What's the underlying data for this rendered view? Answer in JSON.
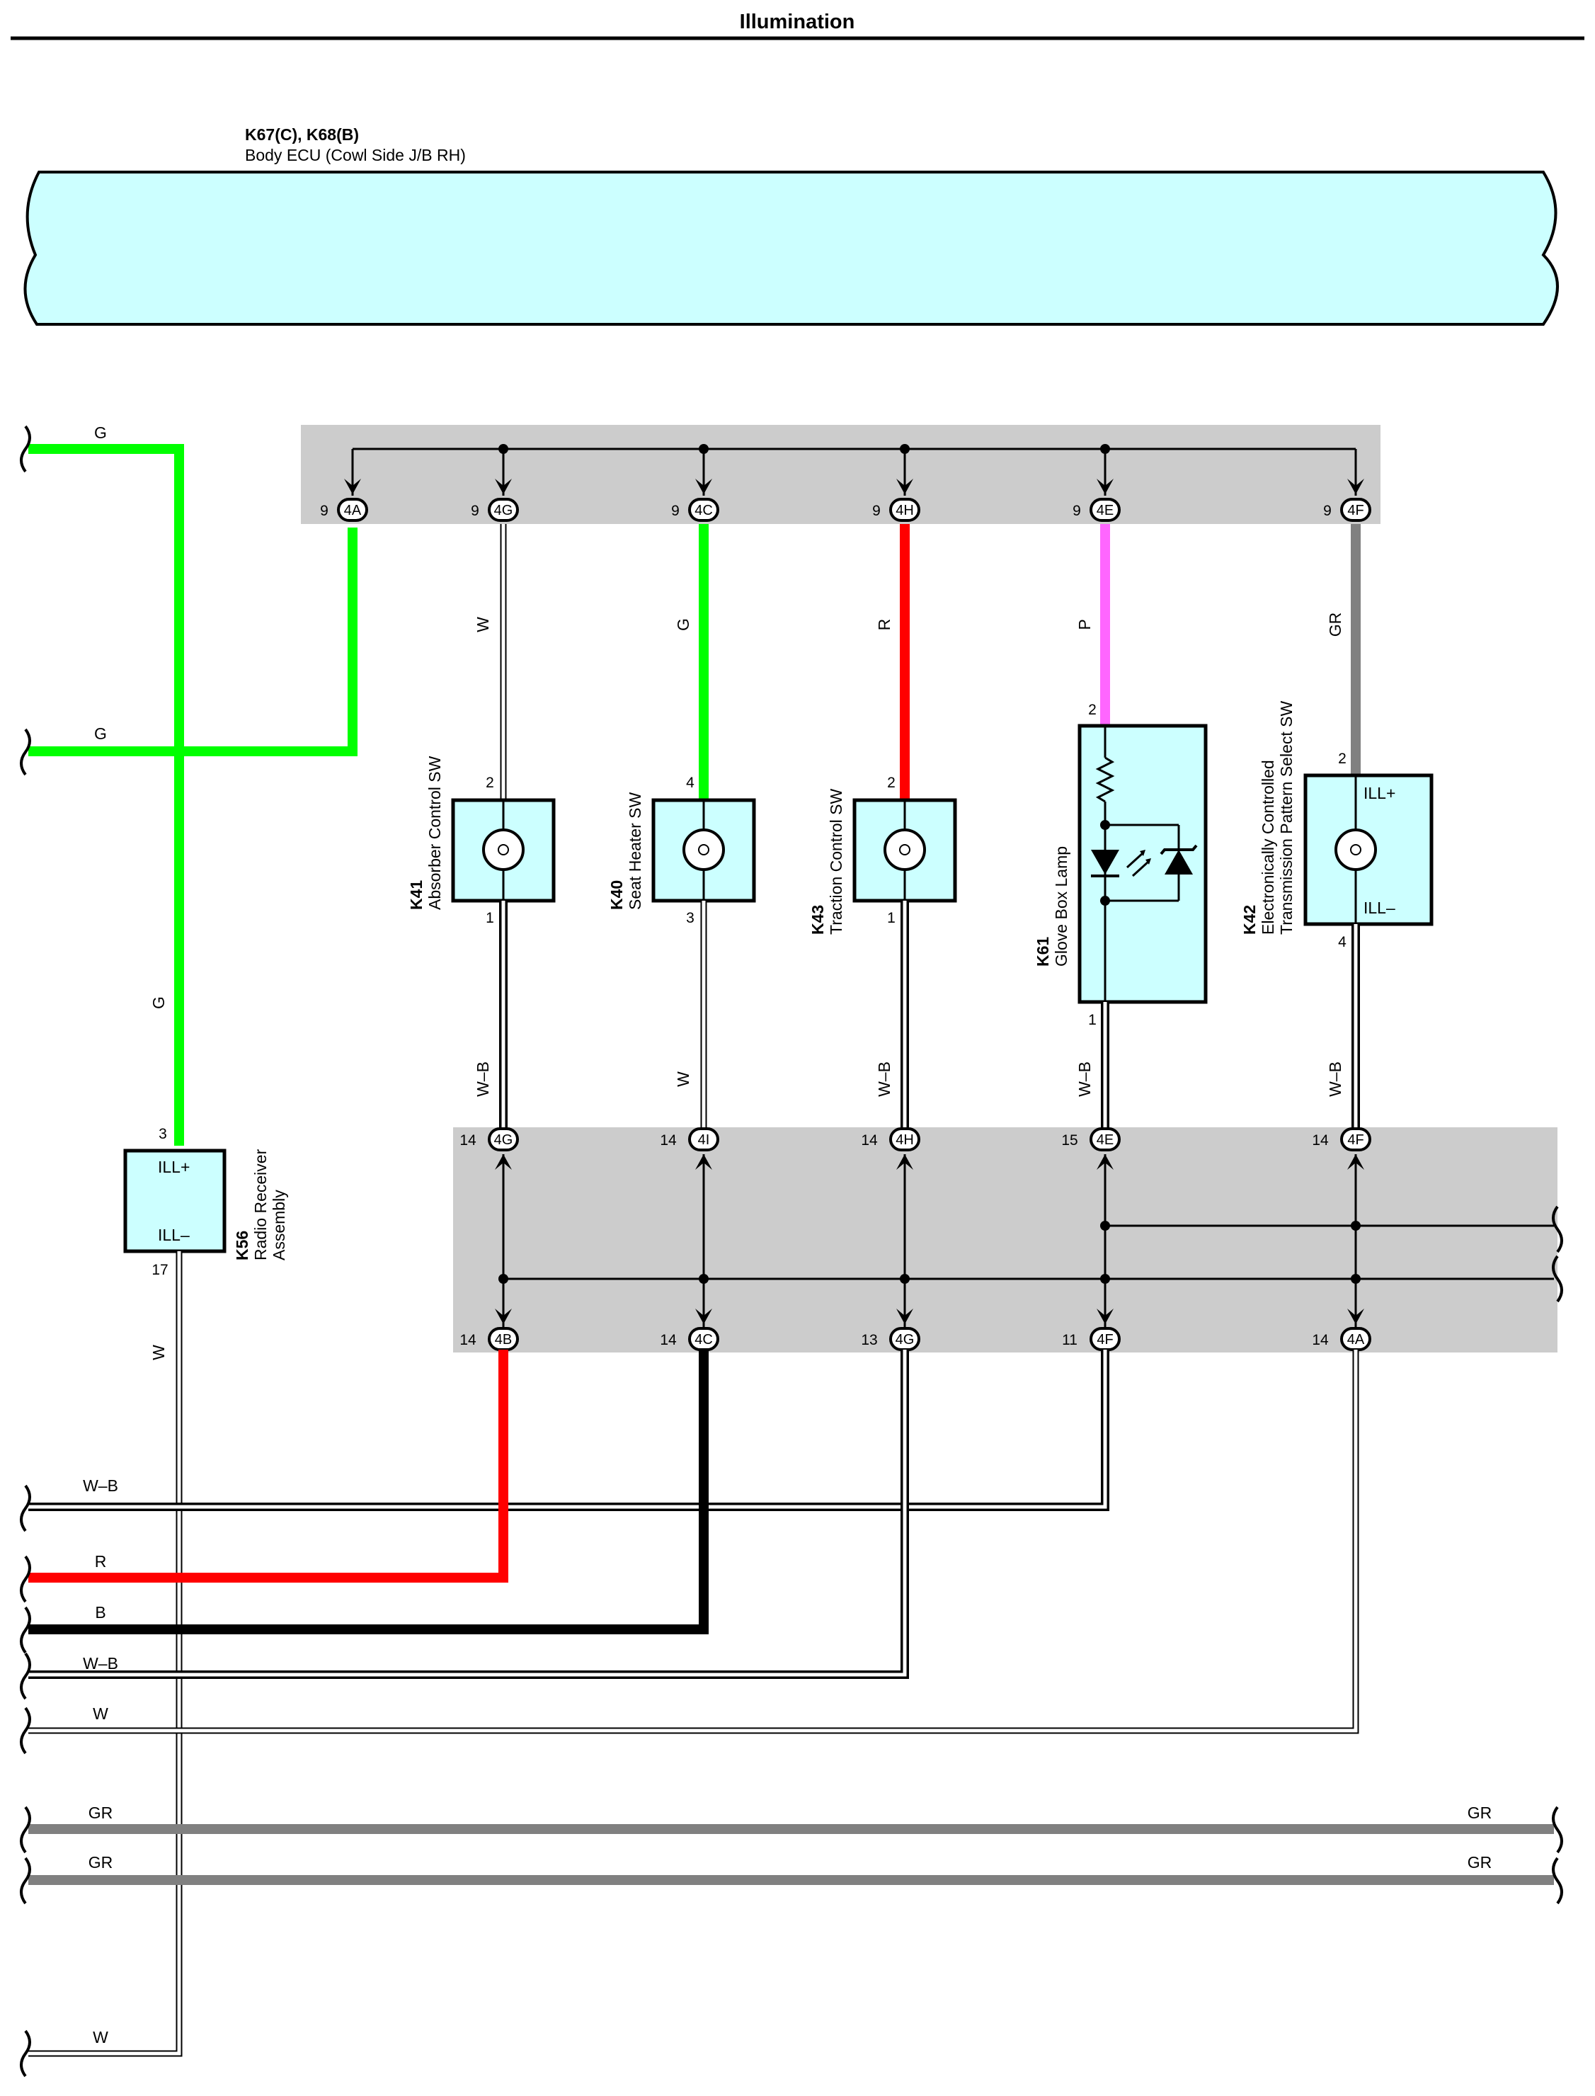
{
  "title": "Illumination",
  "colors": {
    "G": "#00ff00",
    "R": "#ff0000",
    "B": "#000000",
    "P": "#ff66ff",
    "GR": "#808080",
    "W": "#ffffff",
    "component_fill": "#ccffff",
    "junction_fill": "#cccccc"
  },
  "body_ecu": {
    "code": "K67(C), K68(B)",
    "name": "Body ECU (Cowl Side J/B RH)"
  },
  "top_connectors": [
    {
      "pin": "9",
      "id": "4A"
    },
    {
      "pin": "9",
      "id": "4G"
    },
    {
      "pin": "9",
      "id": "4C"
    },
    {
      "pin": "9",
      "id": "4H"
    },
    {
      "pin": "9",
      "id": "4E"
    },
    {
      "pin": "9",
      "id": "4F"
    }
  ],
  "mid_connectors": [
    {
      "pin": "14",
      "id": "4G"
    },
    {
      "pin": "14",
      "id": "4I"
    },
    {
      "pin": "14",
      "id": "4H"
    },
    {
      "pin": "15",
      "id": "4E"
    },
    {
      "pin": "14",
      "id": "4F"
    }
  ],
  "low_connectors": [
    {
      "pin": "14",
      "id": "4B"
    },
    {
      "pin": "14",
      "id": "4C"
    },
    {
      "pin": "13",
      "id": "4G"
    },
    {
      "pin": "11",
      "id": "4F"
    },
    {
      "pin": "14",
      "id": "4A"
    }
  ],
  "components": {
    "k41": {
      "code": "K41",
      "name": "Absorber Control SW",
      "pin_top": "2",
      "pin_bottom": "1"
    },
    "k40": {
      "code": "K40",
      "name": "Seat Heater SW",
      "pin_top": "4",
      "pin_bottom": "3"
    },
    "k43": {
      "code": "K43",
      "name": "Traction Control SW",
      "pin_top": "2",
      "pin_bottom": "1"
    },
    "k61": {
      "code": "K61",
      "name": "Glove Box Lamp",
      "pin_top": "2",
      "pin_bottom": "1"
    },
    "k42": {
      "code": "K42",
      "name1": "Electronically Controlled",
      "name2": "Transmission Pattern Select SW",
      "pin_top": "2",
      "pin_bottom": "4",
      "ill_plus": "ILL+",
      "ill_minus": "ILL–"
    },
    "k56": {
      "code": "K56",
      "name1": "Radio Receiver",
      "name2": "Assembly",
      "pin_top": "3",
      "pin_bottom": "17",
      "ill_plus": "ILL+",
      "ill_minus": "ILL–"
    }
  },
  "wire_labels": {
    "left_g_top": "G",
    "left_g_mid": "G",
    "left_g_vertical": "G",
    "k41_top": "W",
    "k40_top": "G",
    "k43_top": "R",
    "k61_top": "P",
    "k42_top": "GR",
    "k41_bottom": "W–B",
    "k40_bottom": "W",
    "k43_bottom": "W–B",
    "k61_bottom": "W–B",
    "k42_bottom": "W–B",
    "k56_bottom": "W",
    "bottom_wb1": "W–B",
    "bottom_r": "R",
    "bottom_b": "B",
    "bottom_wb2": "W–B",
    "bottom_w": "W",
    "bottom_gr1_left": "GR",
    "bottom_gr1_right": "GR",
    "bottom_gr2_left": "GR",
    "bottom_gr2_right": "GR",
    "bottom_w_last": "W"
  }
}
